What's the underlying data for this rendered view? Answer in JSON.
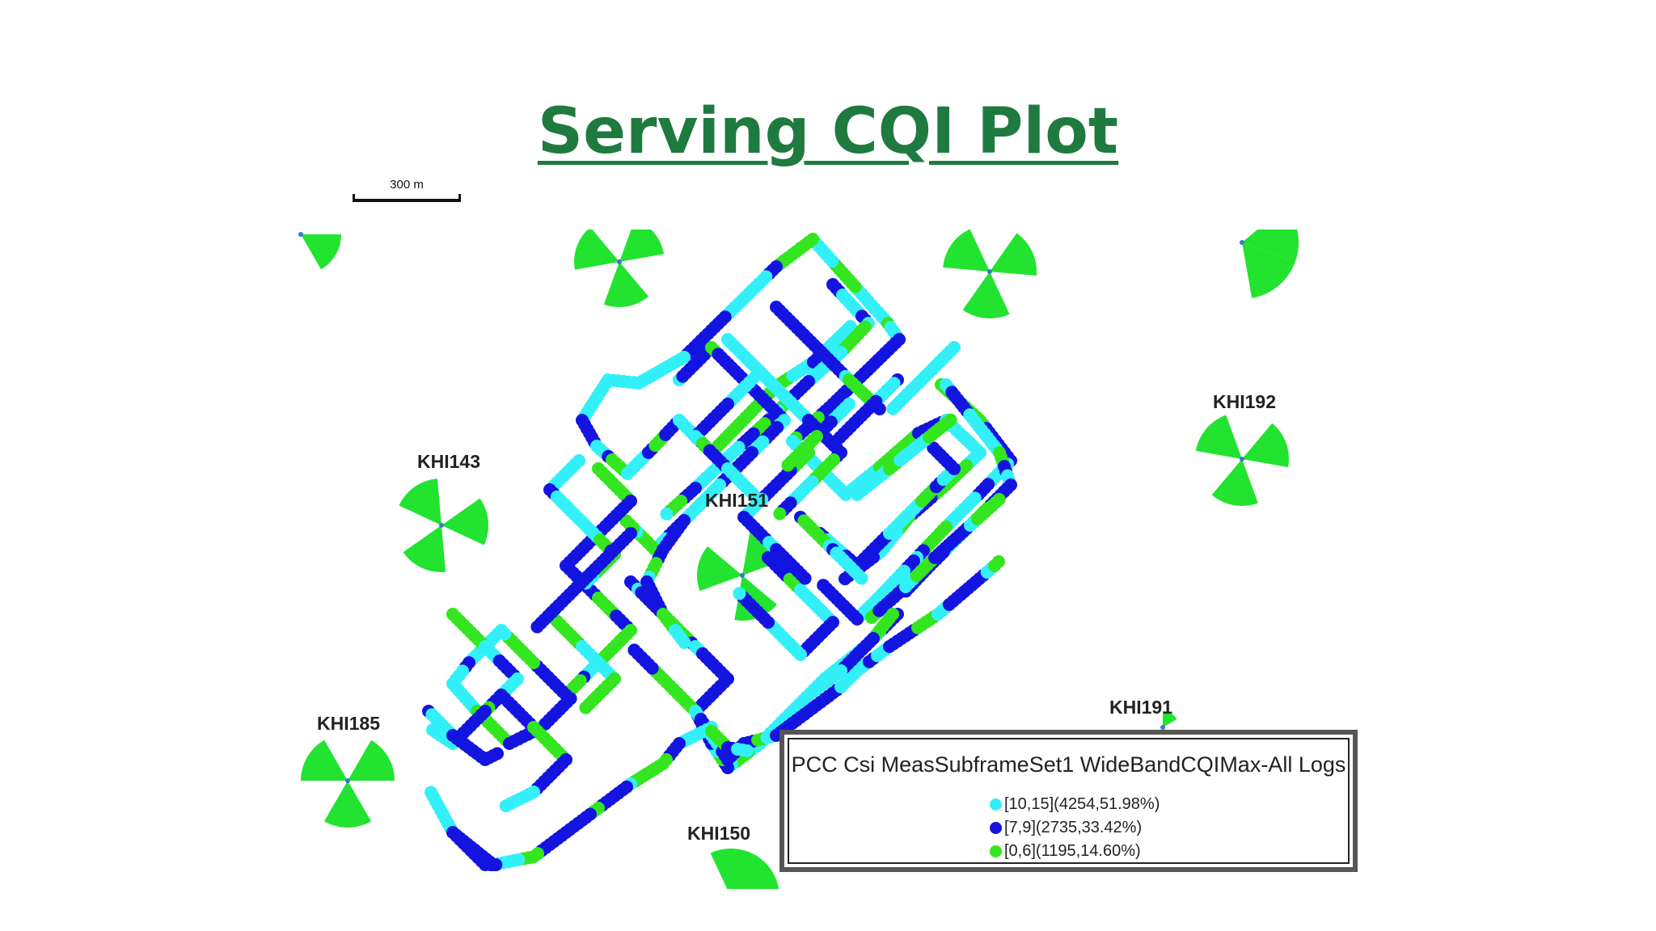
{
  "title": "Serving CQI Plot",
  "scale": {
    "label": "300 m"
  },
  "colors": {
    "title": "#1f7a3f",
    "sector": "#22e32f",
    "cqi_high": "#33f0f8",
    "cqi_mid": "#1414e0",
    "cqi_low": "#33e61f"
  },
  "sites": [
    {
      "name": "KHI143"
    },
    {
      "name": "KHI151"
    },
    {
      "name": "KHI192"
    },
    {
      "name": "KHI185"
    },
    {
      "name": "KHI191"
    },
    {
      "name": "KHI150"
    }
  ],
  "legend": {
    "title": "PCC Csi MeasSubframeSet1 WideBandCQIMax-All Logs",
    "items": [
      {
        "label": "[10,15](4254,51.98%)",
        "color": "#33f0f8"
      },
      {
        "label": "[7,9](2735,33.42%)",
        "color": "#1414e0"
      },
      {
        "label": "[0,6](1195,14.60%)",
        "color": "#33e61f"
      }
    ]
  }
}
